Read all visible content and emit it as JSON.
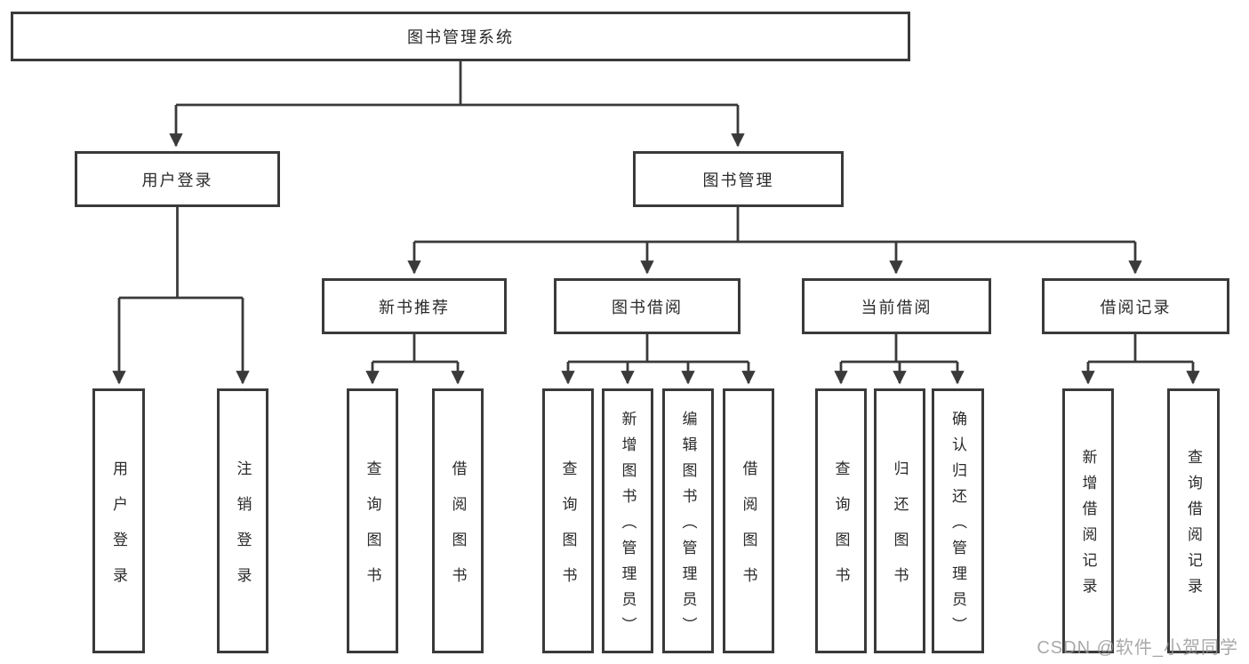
{
  "diagram": {
    "root": {
      "label": "图书管理系统"
    },
    "level2": [
      {
        "label": "用户登录",
        "children": [
          {
            "label": "用户登录"
          },
          {
            "label": "注销登录"
          }
        ]
      },
      {
        "label": "图书管理",
        "children": [
          {
            "label": "新书推荐",
            "children": [
              {
                "label": "查询图书"
              },
              {
                "label": "借阅图书"
              }
            ]
          },
          {
            "label": "图书借阅",
            "children": [
              {
                "label": "查询图书"
              },
              {
                "label": "新增图书（管理员）"
              },
              {
                "label": "编辑图书（管理员）"
              },
              {
                "label": "借阅图书"
              }
            ]
          },
          {
            "label": "当前借阅",
            "children": [
              {
                "label": "查询图书"
              },
              {
                "label": "归还图书"
              },
              {
                "label": "确认归还（管理员）"
              }
            ]
          },
          {
            "label": "借阅记录",
            "children": [
              {
                "label": "新增借阅记录"
              },
              {
                "label": "查询借阅记录"
              }
            ]
          }
        ]
      }
    ]
  },
  "watermark": "CSDN @软件_小贺同学",
  "colors": {
    "line": "#3a3a3a",
    "box_border": "#3a3a3a",
    "text": "#2a2a2a",
    "watermark": "#969696",
    "background": "#ffffff"
  }
}
